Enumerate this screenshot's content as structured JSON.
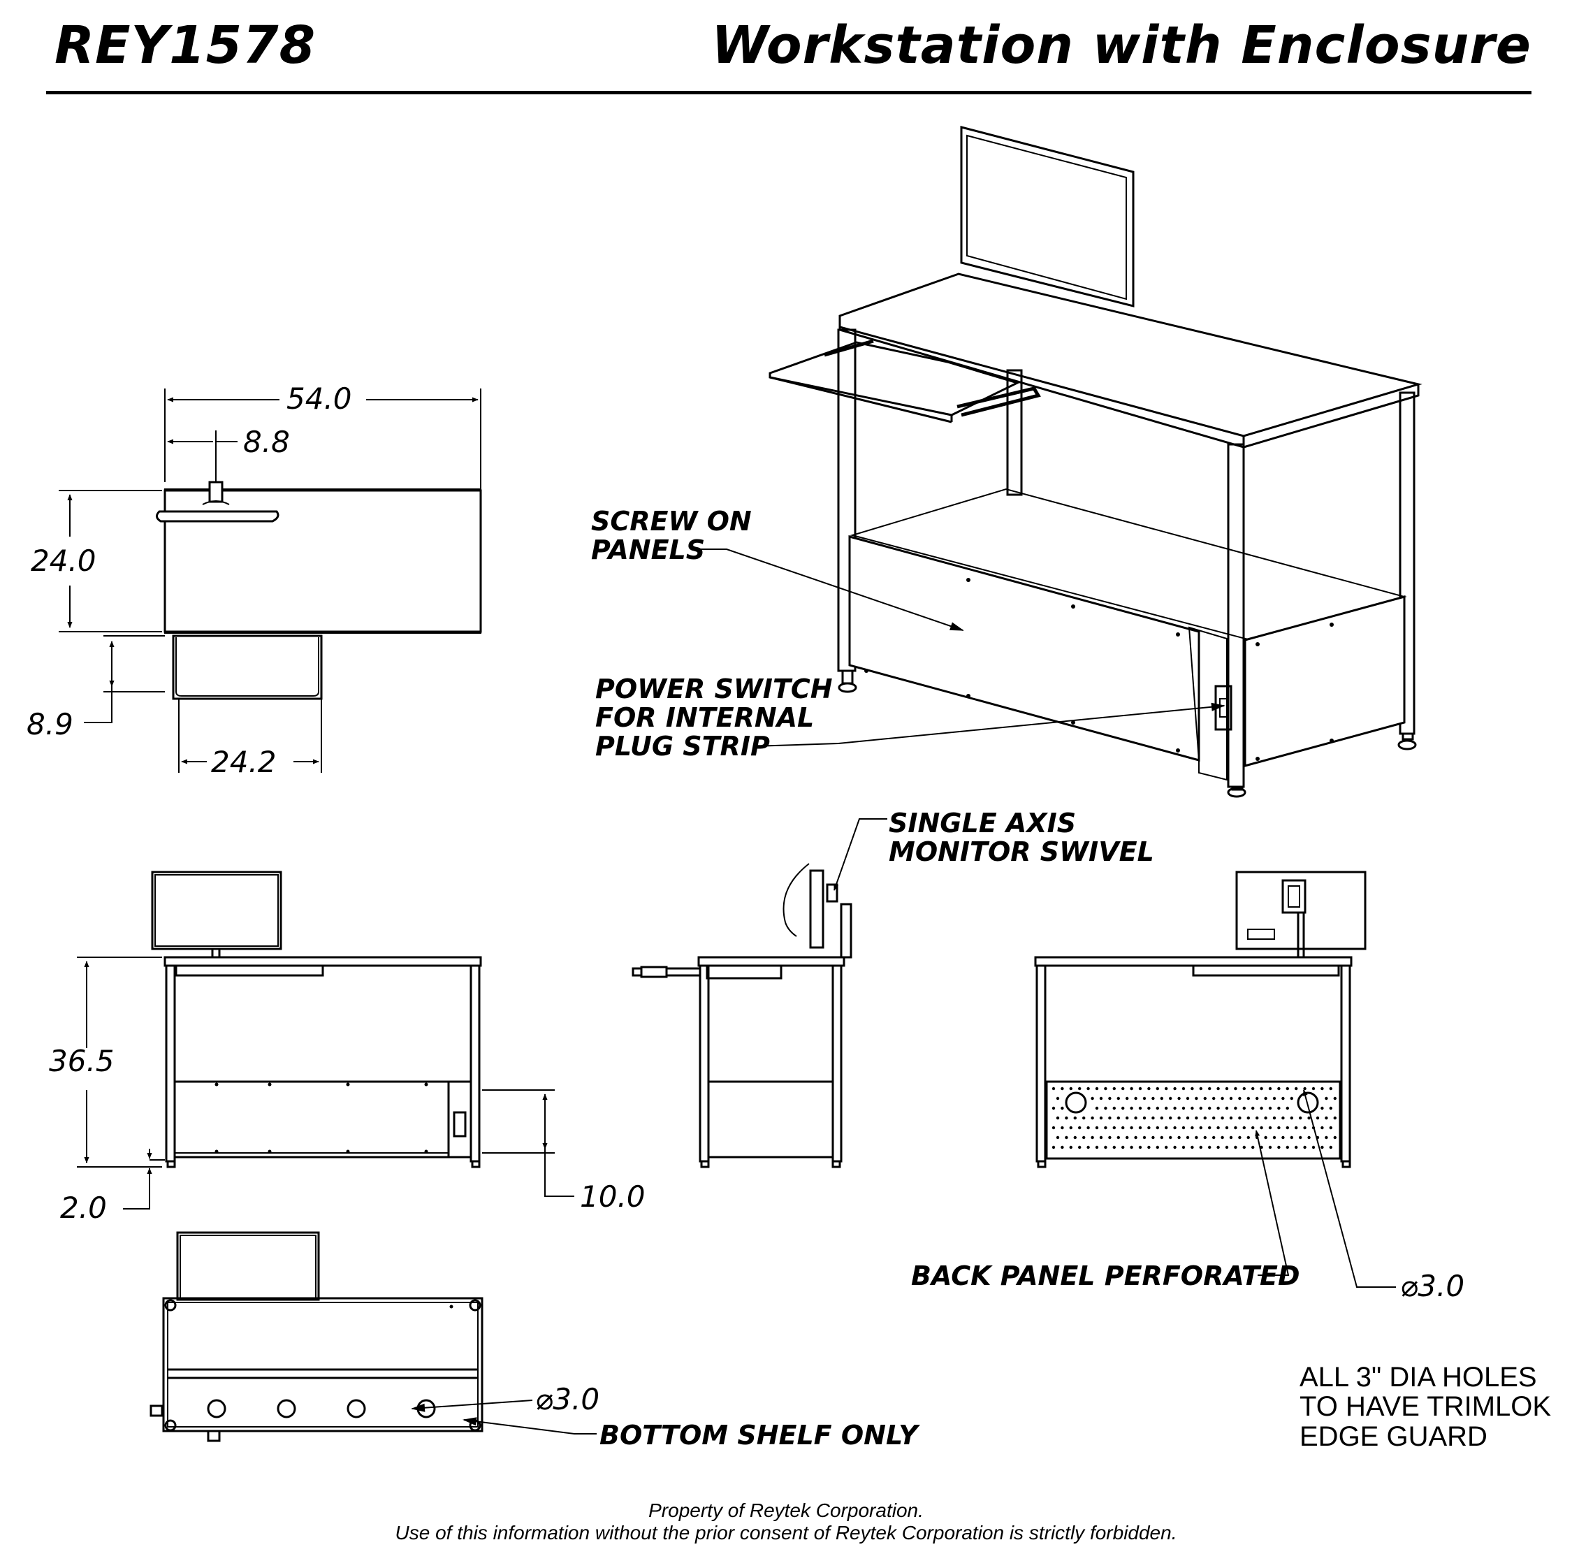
{
  "header": {
    "part_number": "REY1578",
    "title": "Workstation with Enclosure"
  },
  "callouts": {
    "screw_on_panels": "SCREW ON\nPANELS",
    "power_switch": "POWER SWITCH\nFOR INTERNAL\nPLUG STRIP",
    "monitor_swivel": "SINGLE AXIS\nMONITOR SWIVEL",
    "back_panel": "BACK PANEL PERFORATED",
    "bottom_shelf": "BOTTOM SHELF ONLY"
  },
  "dimensions": {
    "overall_width": "54.0",
    "keyboard_offset": "8.8",
    "depth": "24.0",
    "tray_depth": "8.9",
    "tray_width": "24.2",
    "height": "36.5",
    "foot_height": "2.0",
    "panel_height": "10.0",
    "back_hole_dia": "⌀3.0",
    "shelf_hole_dia": "⌀3.0"
  },
  "notes": {
    "trimlok": "ALL 3\" DIA HOLES\nTO HAVE TRIMLOK\nEDGE GUARD"
  },
  "footer": {
    "line1": "Property of Reytek Corporation.",
    "line2": "Use of this information without the prior consent of Reytek Corporation is strictly forbidden."
  }
}
